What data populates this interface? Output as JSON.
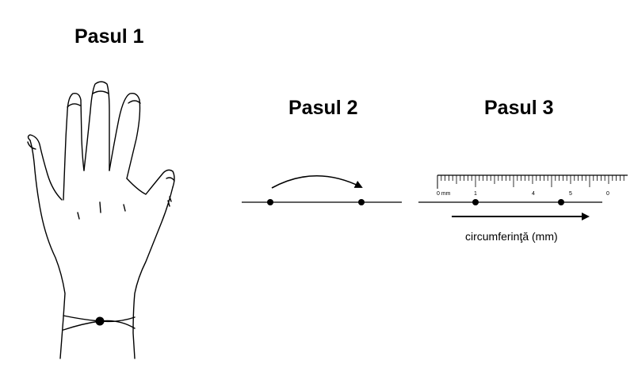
{
  "steps": [
    {
      "title": "Pasul 1"
    },
    {
      "title": "Pasul 2"
    },
    {
      "title": "Pasul 3"
    }
  ],
  "ruler": {
    "labels": [
      "0 mm",
      "1",
      "4",
      "5",
      "0"
    ]
  },
  "measure": {
    "caption": "circumferinţă (mm)"
  },
  "colors": {
    "ink": "#000000",
    "background": "#ffffff"
  }
}
